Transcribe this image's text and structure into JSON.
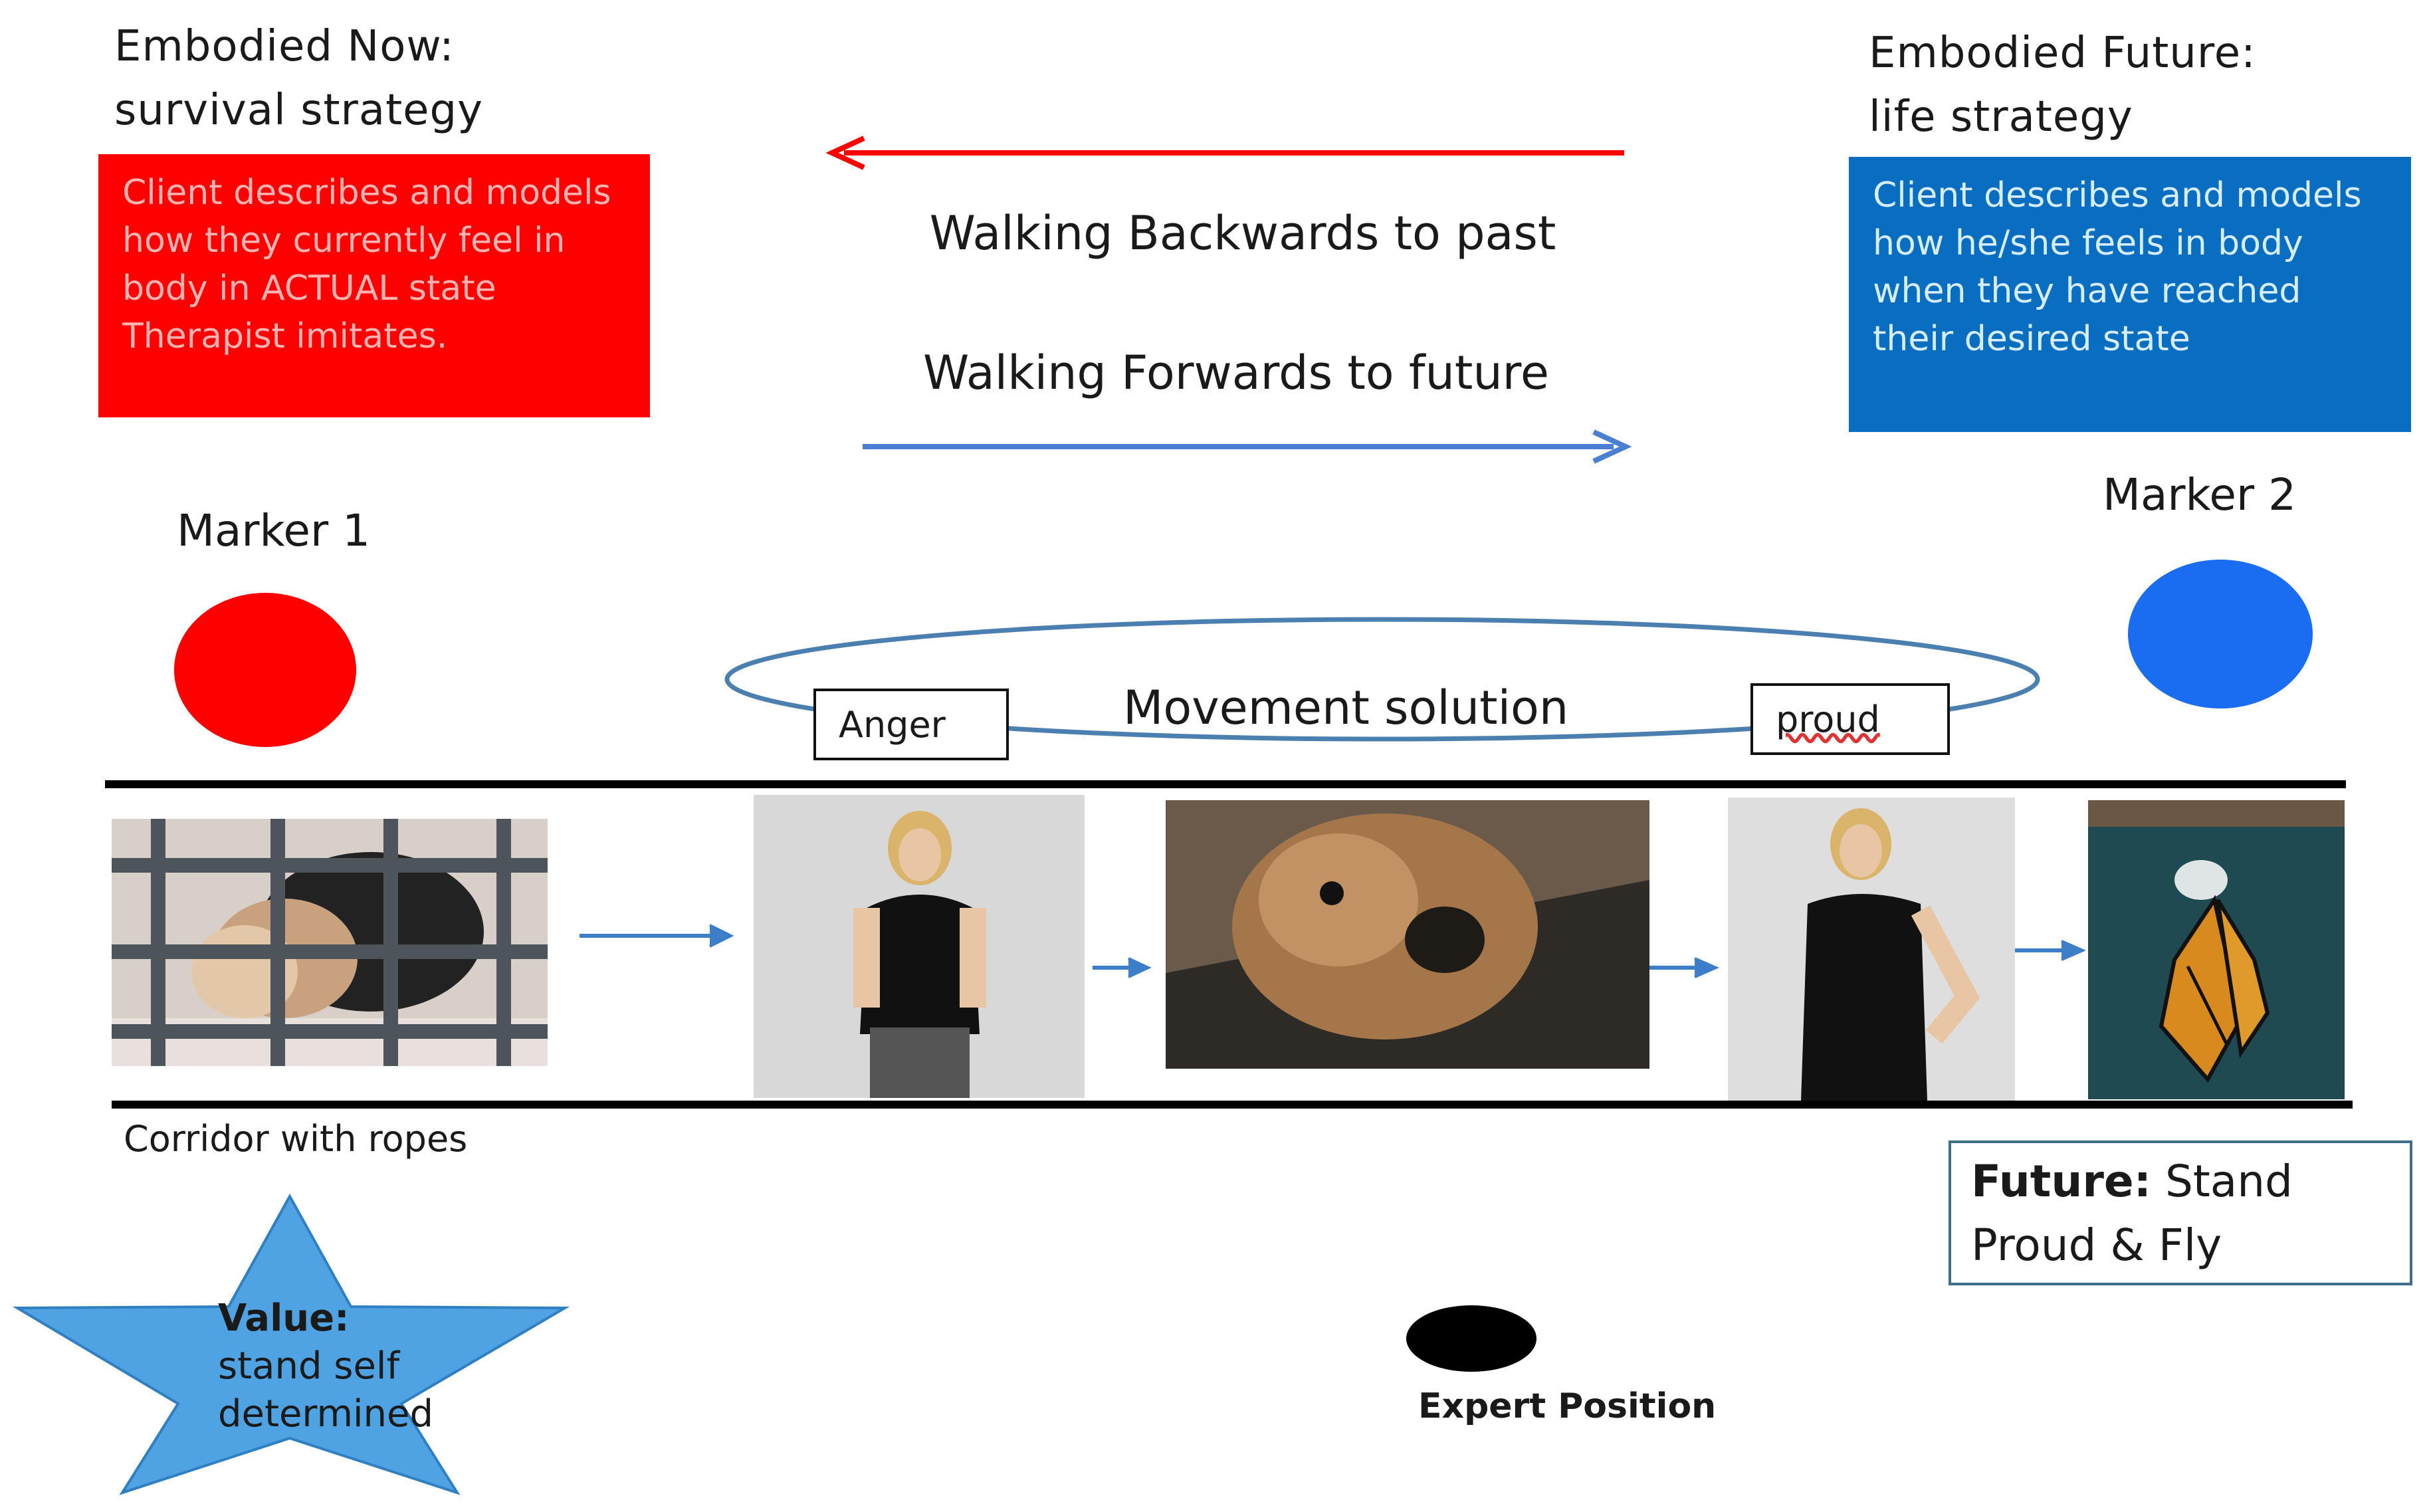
{
  "now": {
    "heading_line1": "Embodied Now:",
    "heading_line2": "survival strategy",
    "box_text": "Client describes  and models how they currently feel in body in ACTUAL state  Therapist imitates.",
    "box_color": "#ff0000",
    "marker_label": "Marker 1",
    "marker_color": "#ff0000"
  },
  "future": {
    "heading_line1": "Embodied Future:",
    "heading_line2": "life strategy",
    "box_text": "Client describes and models how he/she feels in body when they have reached their desired state",
    "box_color": "#0a6ec0",
    "marker_label": "Marker 2",
    "marker_color": "#1a6cf0"
  },
  "arrows": {
    "backwards_label": "Walking Backwards to past",
    "forwards_label": "Walking Forwards to future",
    "backwards_color": "#ff0000",
    "forwards_color": "#4a7fd4"
  },
  "movement": {
    "label": "Movement solution",
    "tag_left": "Anger",
    "tag_right": "proud"
  },
  "corridor": {
    "label": "Corridor with ropes",
    "photos": [
      "caged-person-photo",
      "angry-woman-photo",
      "angry-dog-photo",
      "proud-woman-photo",
      "butterfly-emerging-photo"
    ]
  },
  "future_box": {
    "bold": "Future:",
    "rest_line1": " Stand",
    "line2": "Proud & Fly"
  },
  "value_star": {
    "line1": "Value:",
    "line2": "stand self",
    "line3": "determined",
    "color": "#4fa3e3"
  },
  "expert": {
    "label": "Expert Position"
  }
}
